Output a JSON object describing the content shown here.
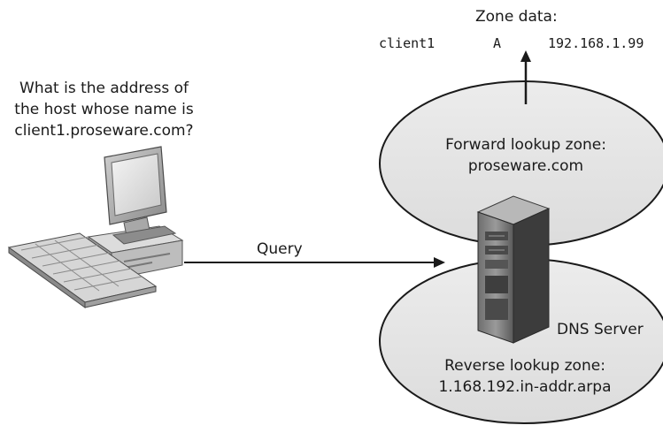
{
  "zone_data": {
    "title": "Zone data:",
    "record": {
      "name": "client1",
      "type": "A",
      "address": "192.168.1.99"
    }
  },
  "question": {
    "line1": "What is the address of",
    "line2": "the host whose name is",
    "line3": "client1.proseware.com?"
  },
  "query_label": "Query",
  "forward_zone": {
    "line1": "Forward lookup zone:",
    "line2": "proseware.com"
  },
  "reverse_zone": {
    "line1": "Reverse lookup zone:",
    "line2": "1.168.192.in-addr.arpa"
  },
  "server_label": "DNS Server"
}
